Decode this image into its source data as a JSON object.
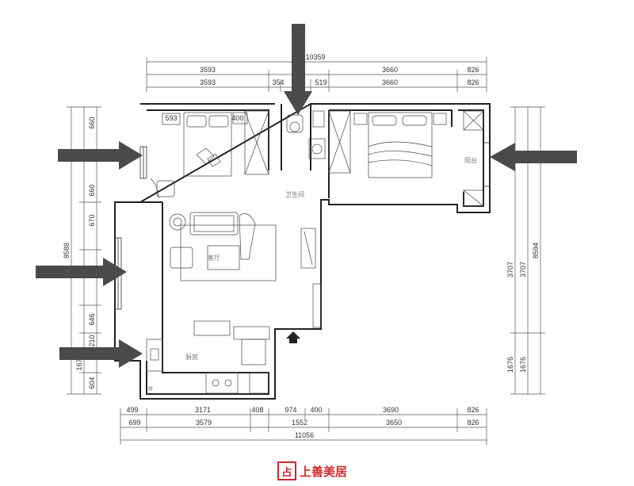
{
  "dimensions": {
    "top": {
      "total": "10359",
      "row1": [
        "3593",
        "3660",
        "826"
      ],
      "row2": [
        "3593",
        "354",
        "519",
        "3660",
        "826"
      ]
    },
    "left": {
      "total": "8588",
      "segments": [
        "660",
        "660",
        "670",
        "646",
        "210",
        "167",
        "604"
      ]
    },
    "right": {
      "total": "8594",
      "inner": [
        "3707",
        "3707"
      ],
      "lower": [
        "1676",
        "1676"
      ]
    },
    "bottom": {
      "row1": [
        "499",
        "3171",
        "408",
        "974",
        "400",
        "3690",
        "826"
      ],
      "row2": [
        "699",
        "3579",
        "1552",
        "3650",
        "826"
      ],
      "total": "11056"
    },
    "inner_labels": [
      "593",
      "400"
    ]
  },
  "rooms": {
    "bathroom": "卫生间",
    "living": "客厅",
    "balcony": "阳台",
    "kitchen": "厨房"
  },
  "brand": {
    "mark": "占",
    "name": "上善美居",
    "color": "#d0262b"
  },
  "colors": {
    "arrow": "#4a4a4a",
    "wall": "#222222"
  }
}
